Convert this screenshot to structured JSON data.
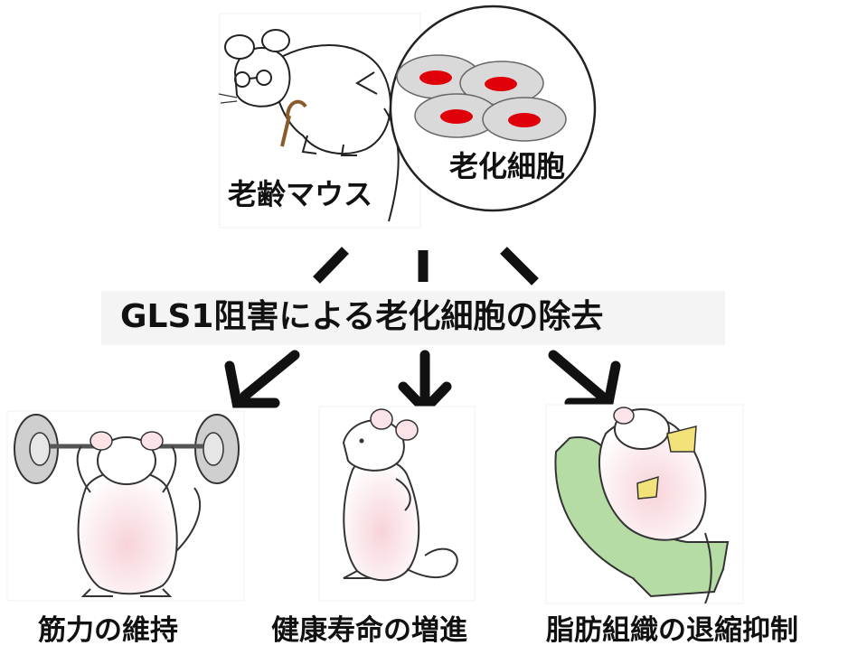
{
  "labels": {
    "aged_mouse": "老齢マウス",
    "senescent_cell": "老化細胞",
    "center": "GLS1阻害による老化細胞の除去",
    "outcome_1": "筋力の維持",
    "outcome_2": "健康寿命の増進",
    "outcome_3": "脂肪組織の退縮抑制"
  },
  "colors": {
    "nucleus": "#e0000a",
    "cell": "#d9d9d9",
    "fur_pink": "#f7d3d9",
    "chair_green": "#b6dca6",
    "cheese": "#f2e27a",
    "ink": "#111111"
  }
}
